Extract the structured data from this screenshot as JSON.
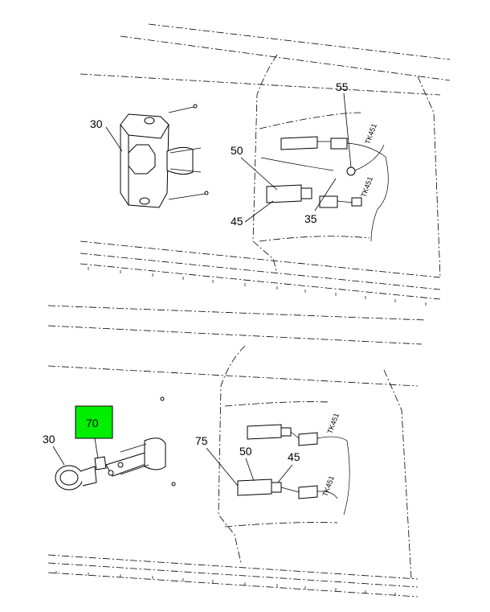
{
  "callouts": {
    "top": {
      "c30": "30",
      "c55": "55",
      "c50": "50",
      "c45": "45",
      "c35": "35"
    },
    "bottom": {
      "c70": "70",
      "c30": "30",
      "c75": "75",
      "c50": "50",
      "c45": "45"
    }
  },
  "highlight_color": "#00ee00",
  "icons": [
    "switch-housing-icon",
    "connector-icon",
    "wire-harness-icon",
    "push-button-icon"
  ]
}
